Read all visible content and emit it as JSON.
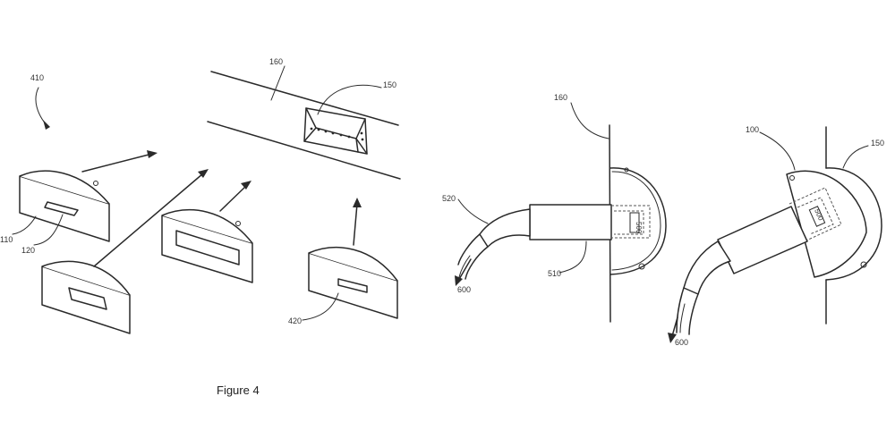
{
  "figure": {
    "caption": "Figure 4",
    "left_labels": {
      "l410": "410",
      "l160": "160",
      "l150": "150",
      "l110": "110",
      "l120": "120",
      "l420": "420"
    },
    "right_labels": {
      "r160": "160",
      "r520": "520",
      "r600a": "600",
      "r510": "510",
      "r100": "100",
      "r150": "150",
      "r600b": "600",
      "connector_a": "500",
      "connector_b": "500"
    }
  }
}
